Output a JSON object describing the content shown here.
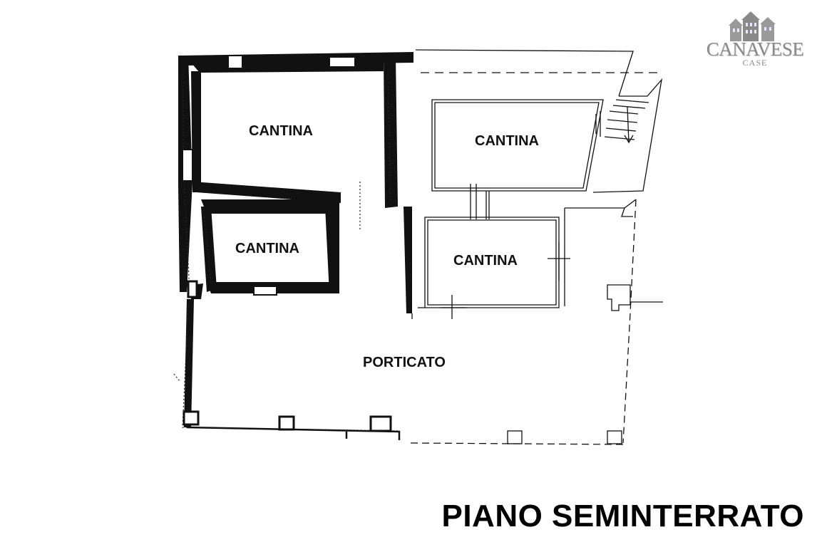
{
  "rooms": {
    "cantina_top_left": "CANTINA",
    "cantina_mid_left": "CANTINA",
    "cantina_top_right": "CANTINA",
    "cantina_mid_right": "CANTINA",
    "porticato": "PORTICATO"
  },
  "title": "PIANO SEMINTERRATO",
  "logo": {
    "name": "CANAVESE",
    "sub": "CASE",
    "icon": "houses-icon"
  },
  "colors": {
    "wall": "#111111",
    "logo_gray": "#8a8a8a",
    "background": "#ffffff"
  }
}
